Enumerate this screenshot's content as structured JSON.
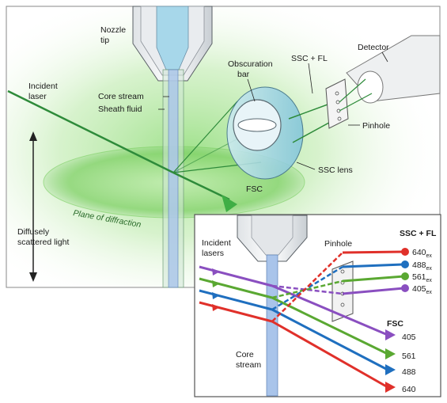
{
  "main_panel": {
    "nozzle_tip_line1": "Nozzle",
    "nozzle_tip_line2": "tip",
    "incident_laser_line1": "Incident",
    "incident_laser_line2": "laser",
    "core_stream": "Core stream",
    "sheath_fluid": "Sheath fluid",
    "obscuration_bar_line1": "Obscuration",
    "obscuration_bar_line2": "bar",
    "ssc_fl": "SSC + FL",
    "detector": "Detector",
    "pinhole": "Pinhole",
    "ssc_lens": "SSC lens",
    "fsc": "FSC",
    "diffusely_scattered_line1": "Diffusely",
    "diffusely_scattered_line2": "scattered light",
    "plane_of_diffraction": "Plane of diffraction"
  },
  "inset_panel": {
    "incident_lasers_line1": "Incident",
    "incident_lasers_line2": "lasers",
    "pinhole": "Pinhole",
    "ssc_fl": "SSC + FL",
    "fsc": "FSC",
    "core_stream_line1": "Core",
    "core_stream_line2": "stream",
    "ssc_outputs": [
      {
        "wavelength": "640",
        "sub": "ex",
        "color": "#e0302a"
      },
      {
        "wavelength": "488",
        "sub": "ex",
        "color": "#1f6fbf"
      },
      {
        "wavelength": "561",
        "sub": "ex",
        "color": "#5aa832"
      },
      {
        "wavelength": "405",
        "sub": "ex",
        "color": "#8a4fc0"
      }
    ],
    "fsc_outputs": [
      {
        "wavelength": "405",
        "color": "#8a4fc0"
      },
      {
        "wavelength": "561",
        "color": "#5aa832"
      },
      {
        "wavelength": "488",
        "color": "#1f6fbf"
      },
      {
        "wavelength": "640",
        "color": "#e0302a"
      }
    ]
  },
  "colors": {
    "laser_green": "#2e8b3a",
    "glow_green": "#7fd16a",
    "lens_blue": "#9fd4e6",
    "stream_blue": "#a9c4ea"
  }
}
